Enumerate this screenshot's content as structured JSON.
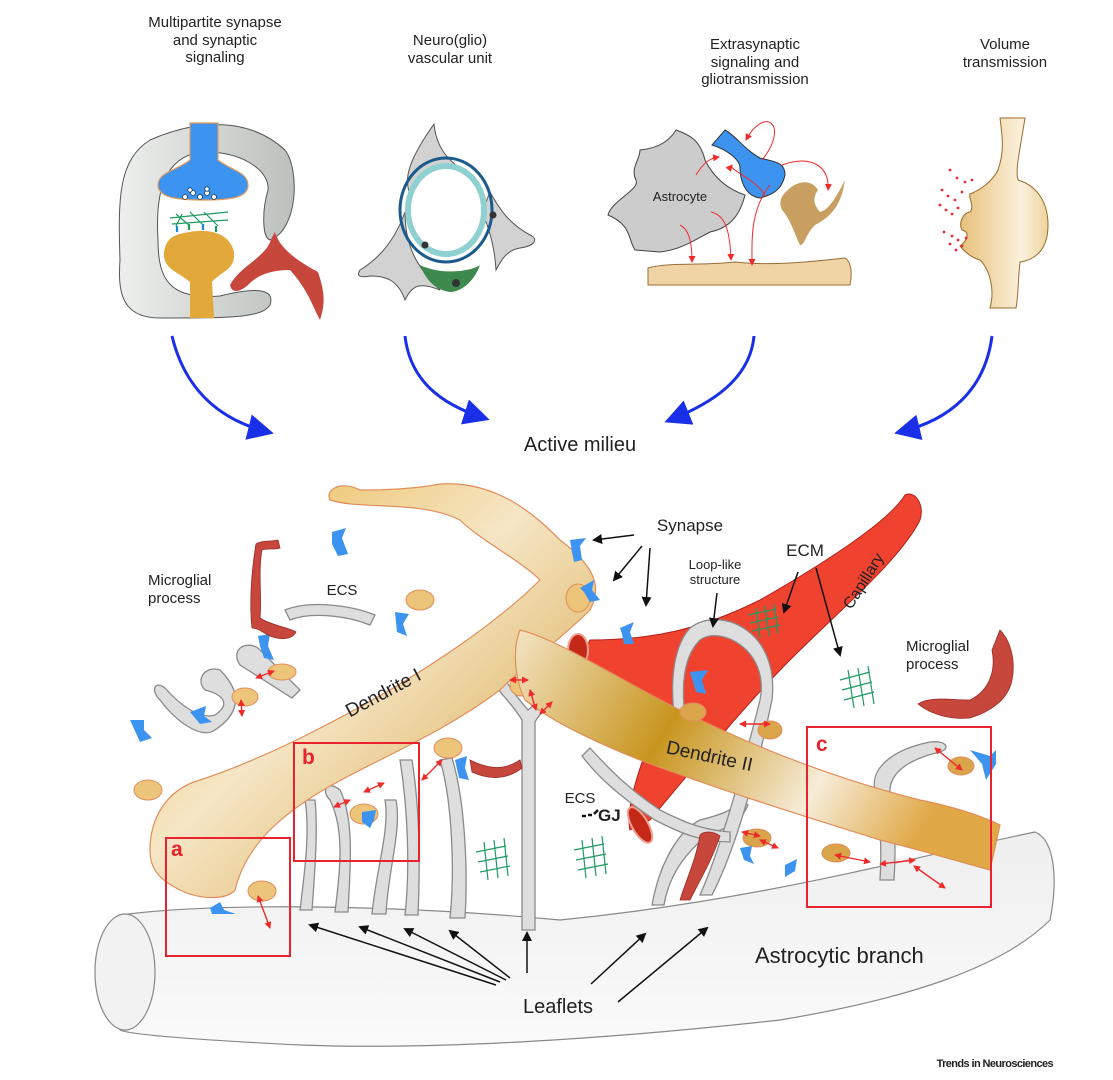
{
  "figure": {
    "panels": [
      {
        "id": "multipartite",
        "title": "Multipartite synapse\nand synaptic\nsignaling"
      },
      {
        "id": "neurovascular",
        "title": "Neuro(glio)\nvascular unit"
      },
      {
        "id": "extrasynaptic",
        "title": "Extrasynaptic\nsignaling and\ngliotransmission",
        "inner_label": "Astrocyte"
      },
      {
        "id": "volume",
        "title": "Volume\ntransmission"
      }
    ],
    "center_label": "Active milieu",
    "main": {
      "labels": {
        "microglial_left": "Microglial\nprocess",
        "ecs_top": "ECS",
        "synapse": "Synapse",
        "loop": "Loop-like\nstructure",
        "ecm": "ECM",
        "capillary": "Capillary",
        "microglial_right": "Microglial\nprocess",
        "dendrite1": "Dendrite I",
        "dendrite2": "Dendrite II",
        "gj": "GJ",
        "ecs_mid": "ECS",
        "astro_branch": "Astrocytic branch",
        "leaflets": "Leaflets"
      },
      "boxes": [
        "a",
        "b",
        "c"
      ]
    },
    "source": "Trends in Neurosciences",
    "colors": {
      "dendrite": "#e2a83a",
      "astrocyte": "#dcdcdc",
      "synapse": "#3d94f0",
      "capillary": "#f04030",
      "microglia": "#c04a44",
      "ecm": "#1f9a63",
      "flow_arrow": "#1a30e8",
      "box": "#e8232e"
    }
  }
}
